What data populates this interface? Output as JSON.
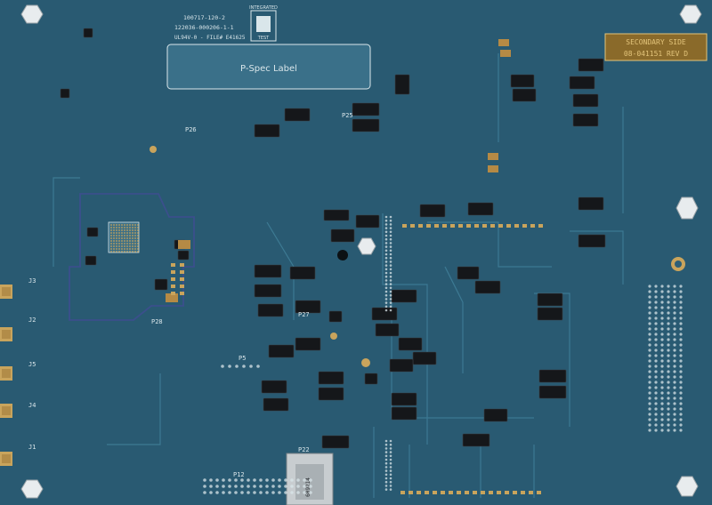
{
  "board": {
    "colors": {
      "mask": "#2c5f78",
      "mask_dark": "#214c62",
      "silk": "#d9e6ea",
      "copper": "#c9a45c",
      "part_black": "#15171a",
      "side_label_bg": "#8a6a2a",
      "side_label_text": "#e3c47a"
    },
    "silkscreen": {
      "part_number": "100717-120-2",
      "revision_code": "122036-000206-1-1",
      "ul_marking": "UL94V-0 - FILE# E41625",
      "logo_top": "INTEGRATED",
      "logo_bottom": "TEST",
      "pspec_label": "P-Spec Label",
      "side_label": "SECONDARY SIDE",
      "side_number": "08-041151 REV D",
      "sd_card_marking": "609214",
      "designators": {
        "p22": "P22",
        "p25": "P25",
        "p26": "P26",
        "p27": "P27",
        "p28": "P28",
        "p5": "P5",
        "p12": "P12",
        "j1": "J1",
        "j2": "J2",
        "j3": "J3",
        "j4": "J4",
        "j5": "J5"
      }
    }
  }
}
